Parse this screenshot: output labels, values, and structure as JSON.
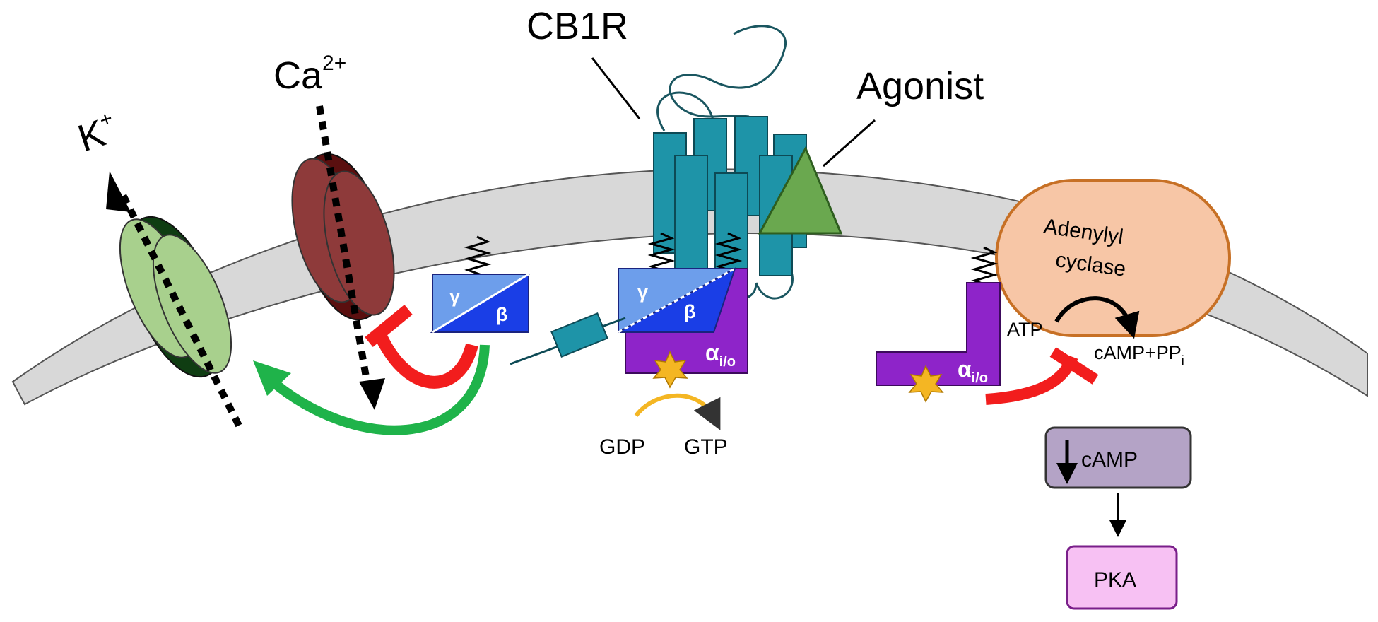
{
  "labels": {
    "receptor": "CB1R",
    "agonist": "Agonist",
    "potassium": "K",
    "potassium_sup": "+",
    "calcium": "Ca",
    "calcium_sup": "2+",
    "gamma": "γ",
    "beta": "β",
    "alpha": "α",
    "alpha_sub": "i/o",
    "gdp": "GDP",
    "gtp": "GTP",
    "adenylyl_line1": "Adenylyl",
    "adenylyl_line2": "cyclase",
    "atp": "ATP",
    "camp_pp": "cAMP+PP",
    "camp_pp_sub": "i",
    "camp_box": "cAMP",
    "pka_box": "PKA"
  },
  "colors": {
    "membrane": "#d8d8d8",
    "receptor_teal": "#1e94a8",
    "agonist_green": "#6aa84f",
    "gamma_blue": "#6d9eeb",
    "beta_blue": "#1a3ee6",
    "alpha_purple": "#8e24c9",
    "k_channel_green": "#a8d08d",
    "ca_channel_red": "#8e3a3a",
    "inhibit_red": "#f21d1d",
    "activate_green": "#1fb34a",
    "adenylyl_fill": "#f7c6a6",
    "adenylyl_stroke": "#c77025",
    "camp_box_fill": "#b4a3c6",
    "pka_box_fill": "#f7c1f3",
    "gtp_star": "#f4b623"
  }
}
